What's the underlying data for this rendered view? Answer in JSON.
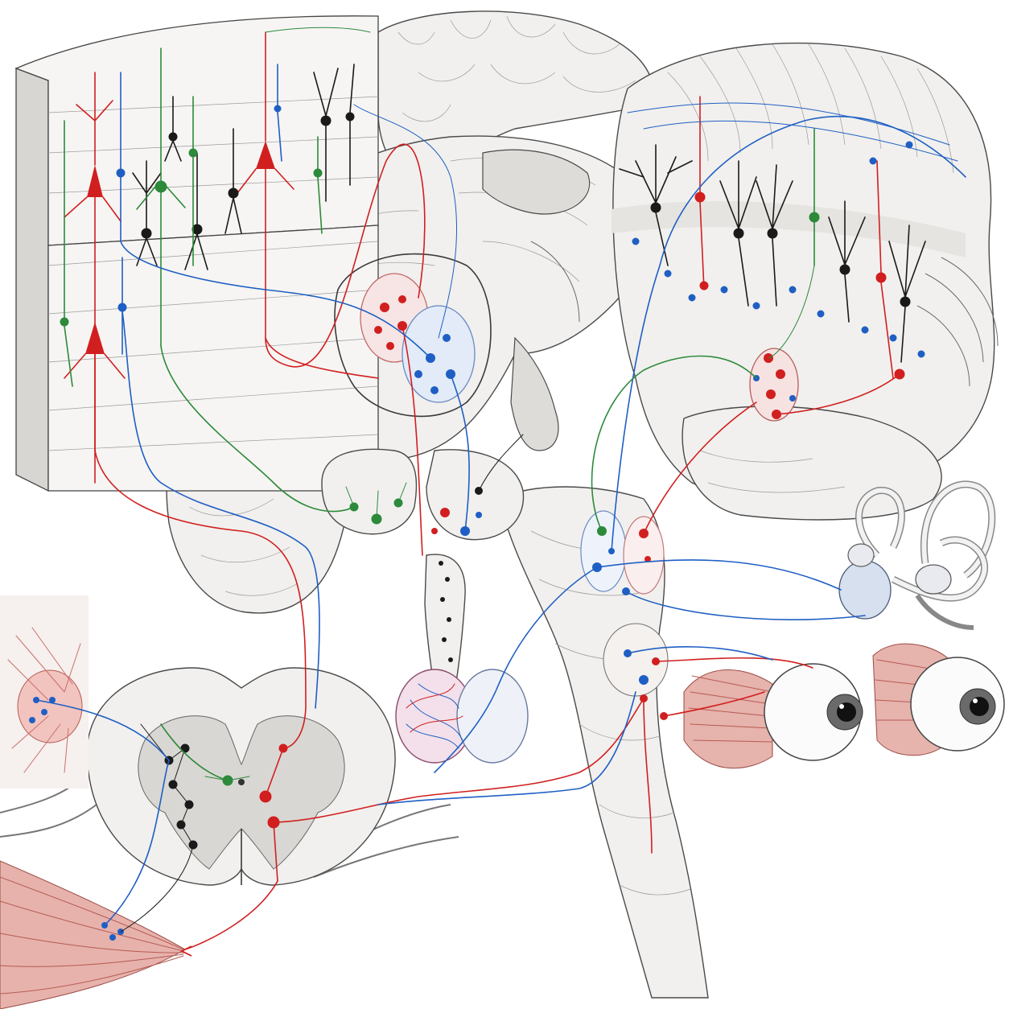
{
  "colors": {
    "red": "#d11f1f",
    "blue": "#1f5fc4",
    "green": "#2c8a3a",
    "black": "#1a1a1a",
    "muscle": "#c9706a",
    "paper": "#ffffff"
  },
  "icons": [
    "cortex-block",
    "pyramidal-neuron",
    "thalamus-nuclei",
    "cerebellum-folia",
    "purkinje-neuron",
    "brainstem-nuclei",
    "vestibular-labyrinth",
    "eyeball",
    "spinal-cord-section",
    "skeletal-muscle",
    "skin-receptor",
    "pituitary-gland"
  ]
}
